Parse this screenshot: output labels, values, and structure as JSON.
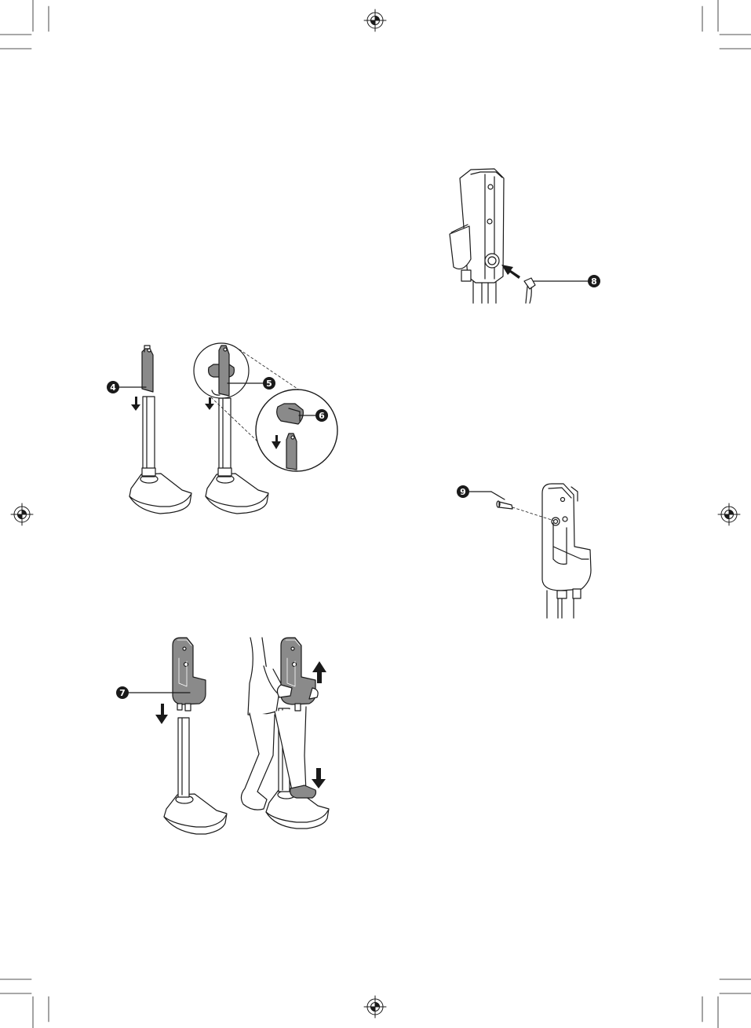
{
  "page": {
    "background": "#ffffff",
    "line_color": "#1a1a1a",
    "part_fill": "#8a8a8a",
    "callout_fill": "#1a1a1a"
  },
  "callouts": {
    "c4": "4",
    "c5": "5",
    "c6": "6",
    "c7": "7",
    "c8": "8",
    "c9": "9"
  },
  "icons": {
    "registration": "registration-mark-icon",
    "arrow": "arrow-icon"
  }
}
